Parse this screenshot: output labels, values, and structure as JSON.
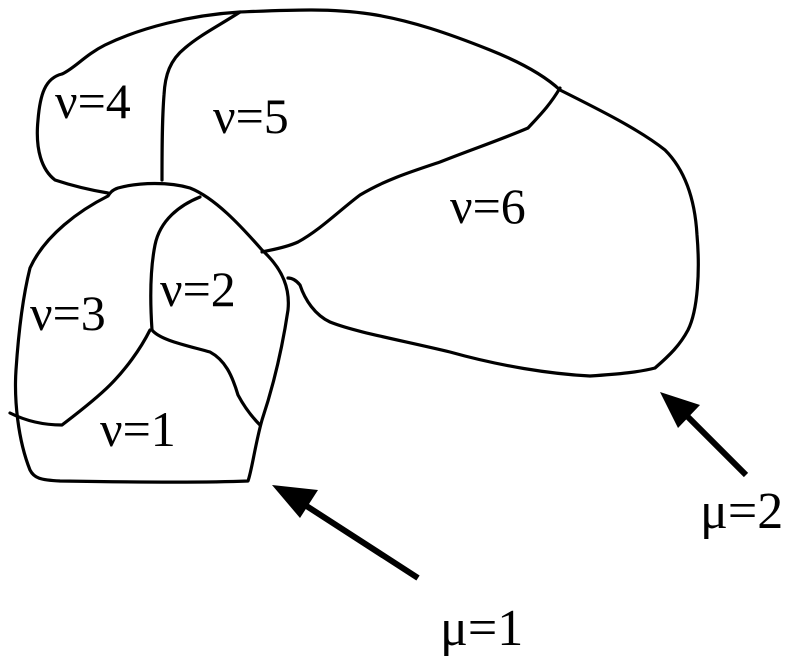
{
  "regions": [
    {
      "label": "ν=1"
    },
    {
      "label": "ν=2"
    },
    {
      "label": "ν=3"
    },
    {
      "label": "ν=4"
    },
    {
      "label": "ν=5"
    },
    {
      "label": "ν=6"
    }
  ],
  "groups": [
    {
      "label": "μ=1"
    },
    {
      "label": "μ=2"
    }
  ]
}
